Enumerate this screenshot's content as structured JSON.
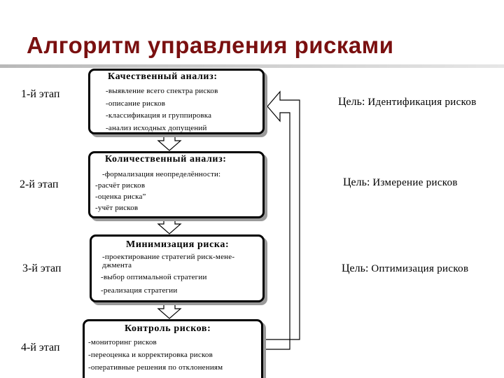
{
  "title": "Алгоритм управления рисками",
  "stages": [
    {
      "label": "1-й этап",
      "heading": "Качественный анализ:",
      "items": [
        "-выявление всего спектра рисков",
        "-описание рисков",
        "-классификация и группировка",
        "-анализ исходных допущений"
      ],
      "goal_label": "Цель:",
      "goal_value": "Идентификация рисков"
    },
    {
      "label": "2-й этап",
      "heading": "Количественный анализ:",
      "items": [
        "-формализация неопределённости:",
        "-расчёт рисков",
        "-оценка риска”",
        "-учёт  рисков"
      ],
      "goal_label": "Цель:",
      "goal_value": "Измерение рисков"
    },
    {
      "label": "3-й этап",
      "heading": "Минимизация риска:",
      "items": [
        "-проектирование стратегий риск-мене-",
        "джмента",
        "-выбор оптимальной стратегии",
        "-реализация стратегии"
      ],
      "goal_label": "Цель:",
      "goal_value": "Оптимизация рисков"
    },
    {
      "label": "4-й этап",
      "heading": "Контроль рисков:",
      "items": [
        "-мониторинг рисков",
        "-переоценка и корректировка рисков",
        "-оперативные решения по отклонениям"
      ],
      "goal_label": "",
      "goal_value": ""
    }
  ]
}
